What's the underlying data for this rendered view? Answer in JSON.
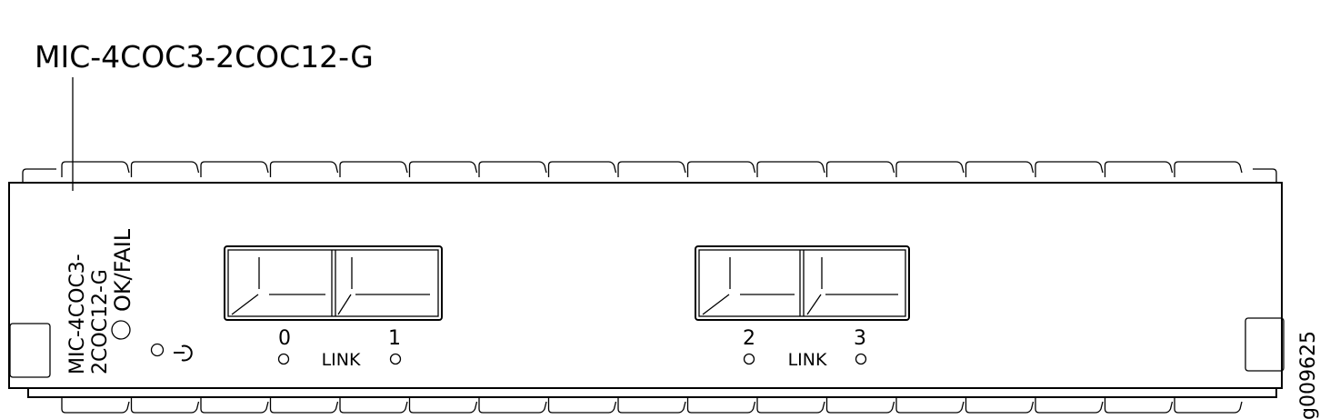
{
  "title": "MIC-4COC3-2COC12-G",
  "faceplate": {
    "label_line1": "MIC-4COC3-",
    "label_line2": "2COC12-G",
    "status_label": "OK/FAIL",
    "link_label": "LINK",
    "ports": [
      "0",
      "1",
      "2",
      "3"
    ]
  },
  "figure_id": "g009625",
  "colors": {
    "handle": "#e4e4e4",
    "line": "#000000"
  }
}
